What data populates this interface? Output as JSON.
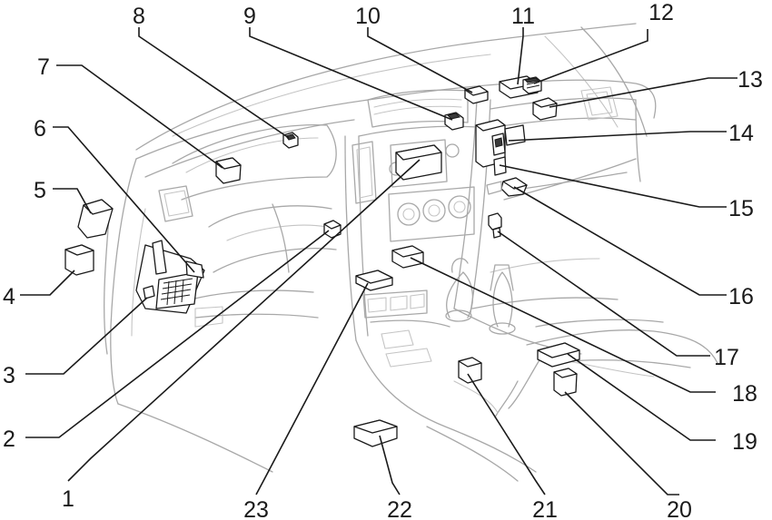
{
  "callouts": [
    {
      "id": 1,
      "label": "1"
    },
    {
      "id": 2,
      "label": "2"
    },
    {
      "id": 3,
      "label": "3"
    },
    {
      "id": 4,
      "label": "4"
    },
    {
      "id": 5,
      "label": "5"
    },
    {
      "id": 6,
      "label": "6"
    },
    {
      "id": 7,
      "label": "7"
    },
    {
      "id": 8,
      "label": "8"
    },
    {
      "id": 9,
      "label": "9"
    },
    {
      "id": 10,
      "label": "10"
    },
    {
      "id": 11,
      "label": "11"
    },
    {
      "id": 12,
      "label": "12"
    },
    {
      "id": 13,
      "label": "13"
    },
    {
      "id": 14,
      "label": "14"
    },
    {
      "id": 15,
      "label": "15"
    },
    {
      "id": 16,
      "label": "16"
    },
    {
      "id": 17,
      "label": "17"
    },
    {
      "id": 18,
      "label": "18"
    },
    {
      "id": 19,
      "label": "19"
    },
    {
      "id": 20,
      "label": "20"
    },
    {
      "id": 21,
      "label": "21"
    },
    {
      "id": 22,
      "label": "22"
    },
    {
      "id": 23,
      "label": "23"
    }
  ]
}
